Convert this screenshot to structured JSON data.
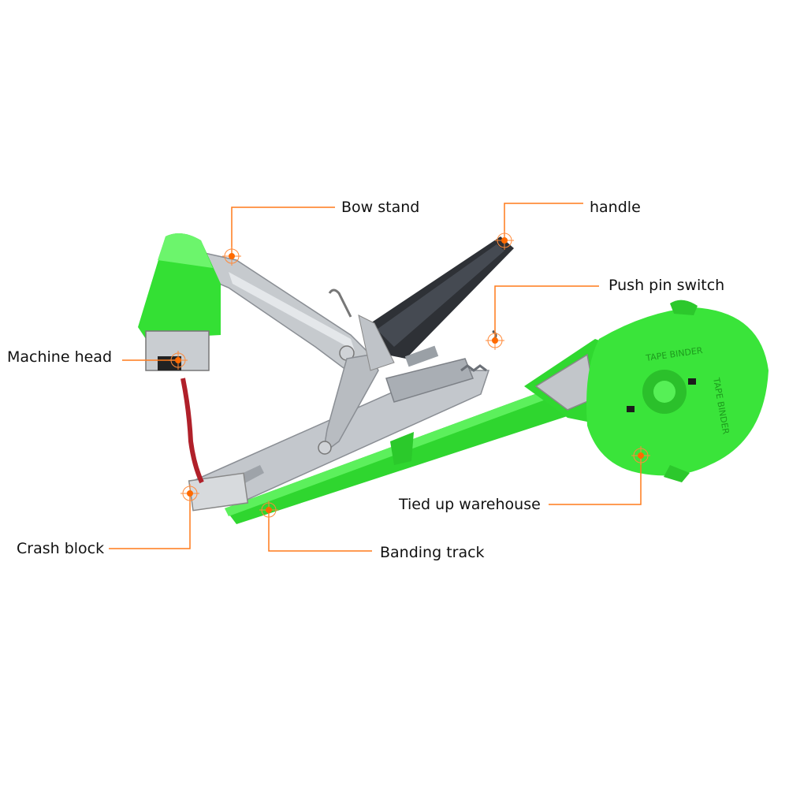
{
  "colors": {
    "background": "#ffffff",
    "leader_line": "#ff7a1a",
    "marker": "#ff6a00",
    "tool_green": "#34e034",
    "tool_green_dark": "#22b822",
    "metal": "#b8bcc2",
    "handle_grip": "#2e3136",
    "tape_red": "#b0202a"
  },
  "labels": {
    "bow_stand": "Bow stand",
    "handle": "handle",
    "push_pin_switch": "Push pin switch",
    "machine_head": "Machine head",
    "tied_up_warehouse": "Tied up warehouse",
    "crash_block": "Crash block",
    "banding_track": "Banding track"
  },
  "reel_text": {
    "arc_top": "TAPE BINDER",
    "arc_side": "TAPE BINDER"
  }
}
